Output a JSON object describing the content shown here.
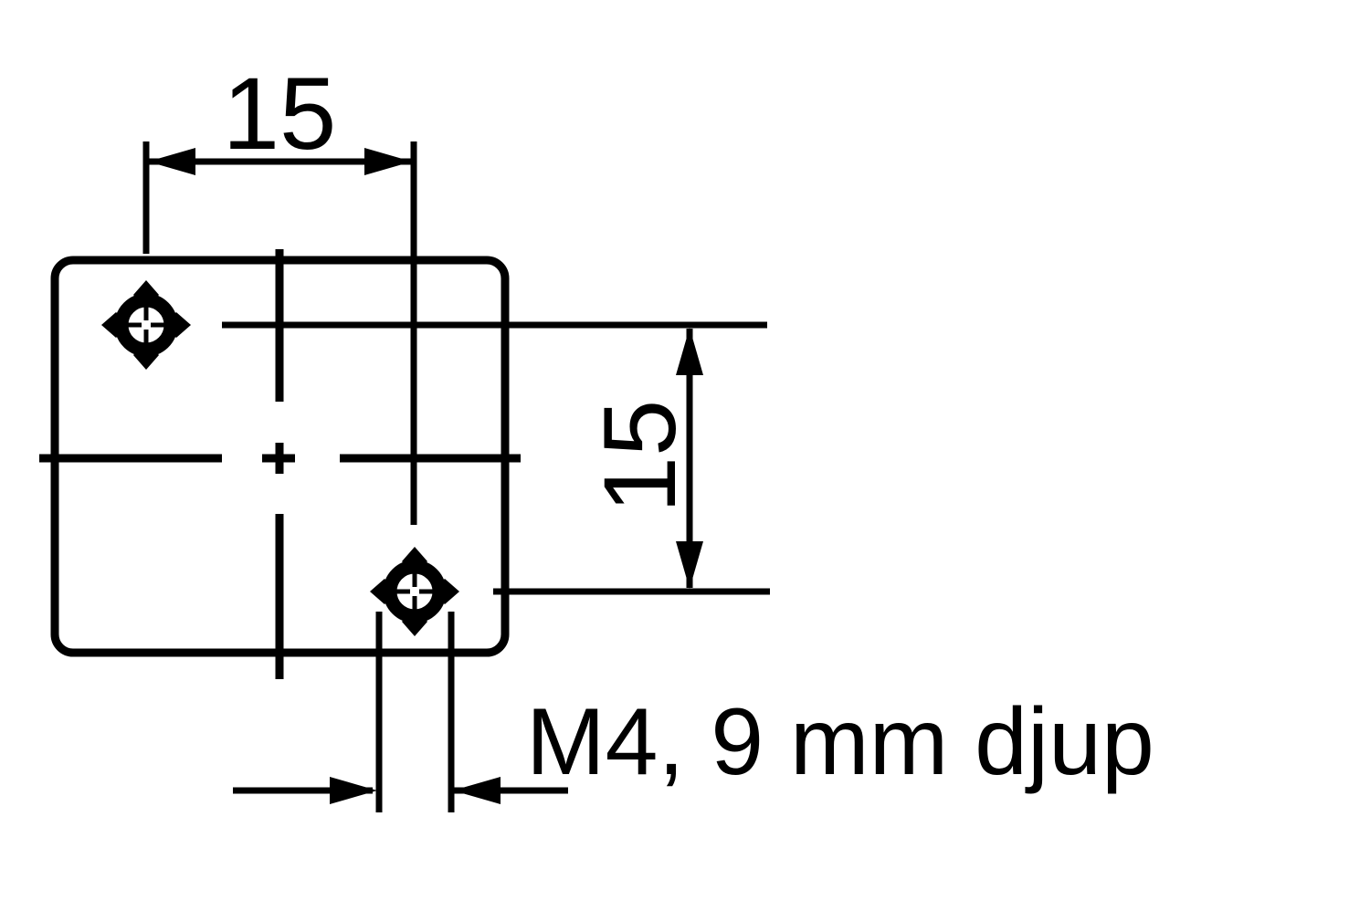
{
  "colors": {
    "background": "#ffffff",
    "ink": "#000000"
  },
  "dimensions": {
    "top": {
      "label": "15",
      "orientation": "horizontal"
    },
    "right": {
      "label": "15",
      "orientation": "vertical"
    },
    "thread": {
      "label": "M4, 9 mm djup"
    }
  }
}
